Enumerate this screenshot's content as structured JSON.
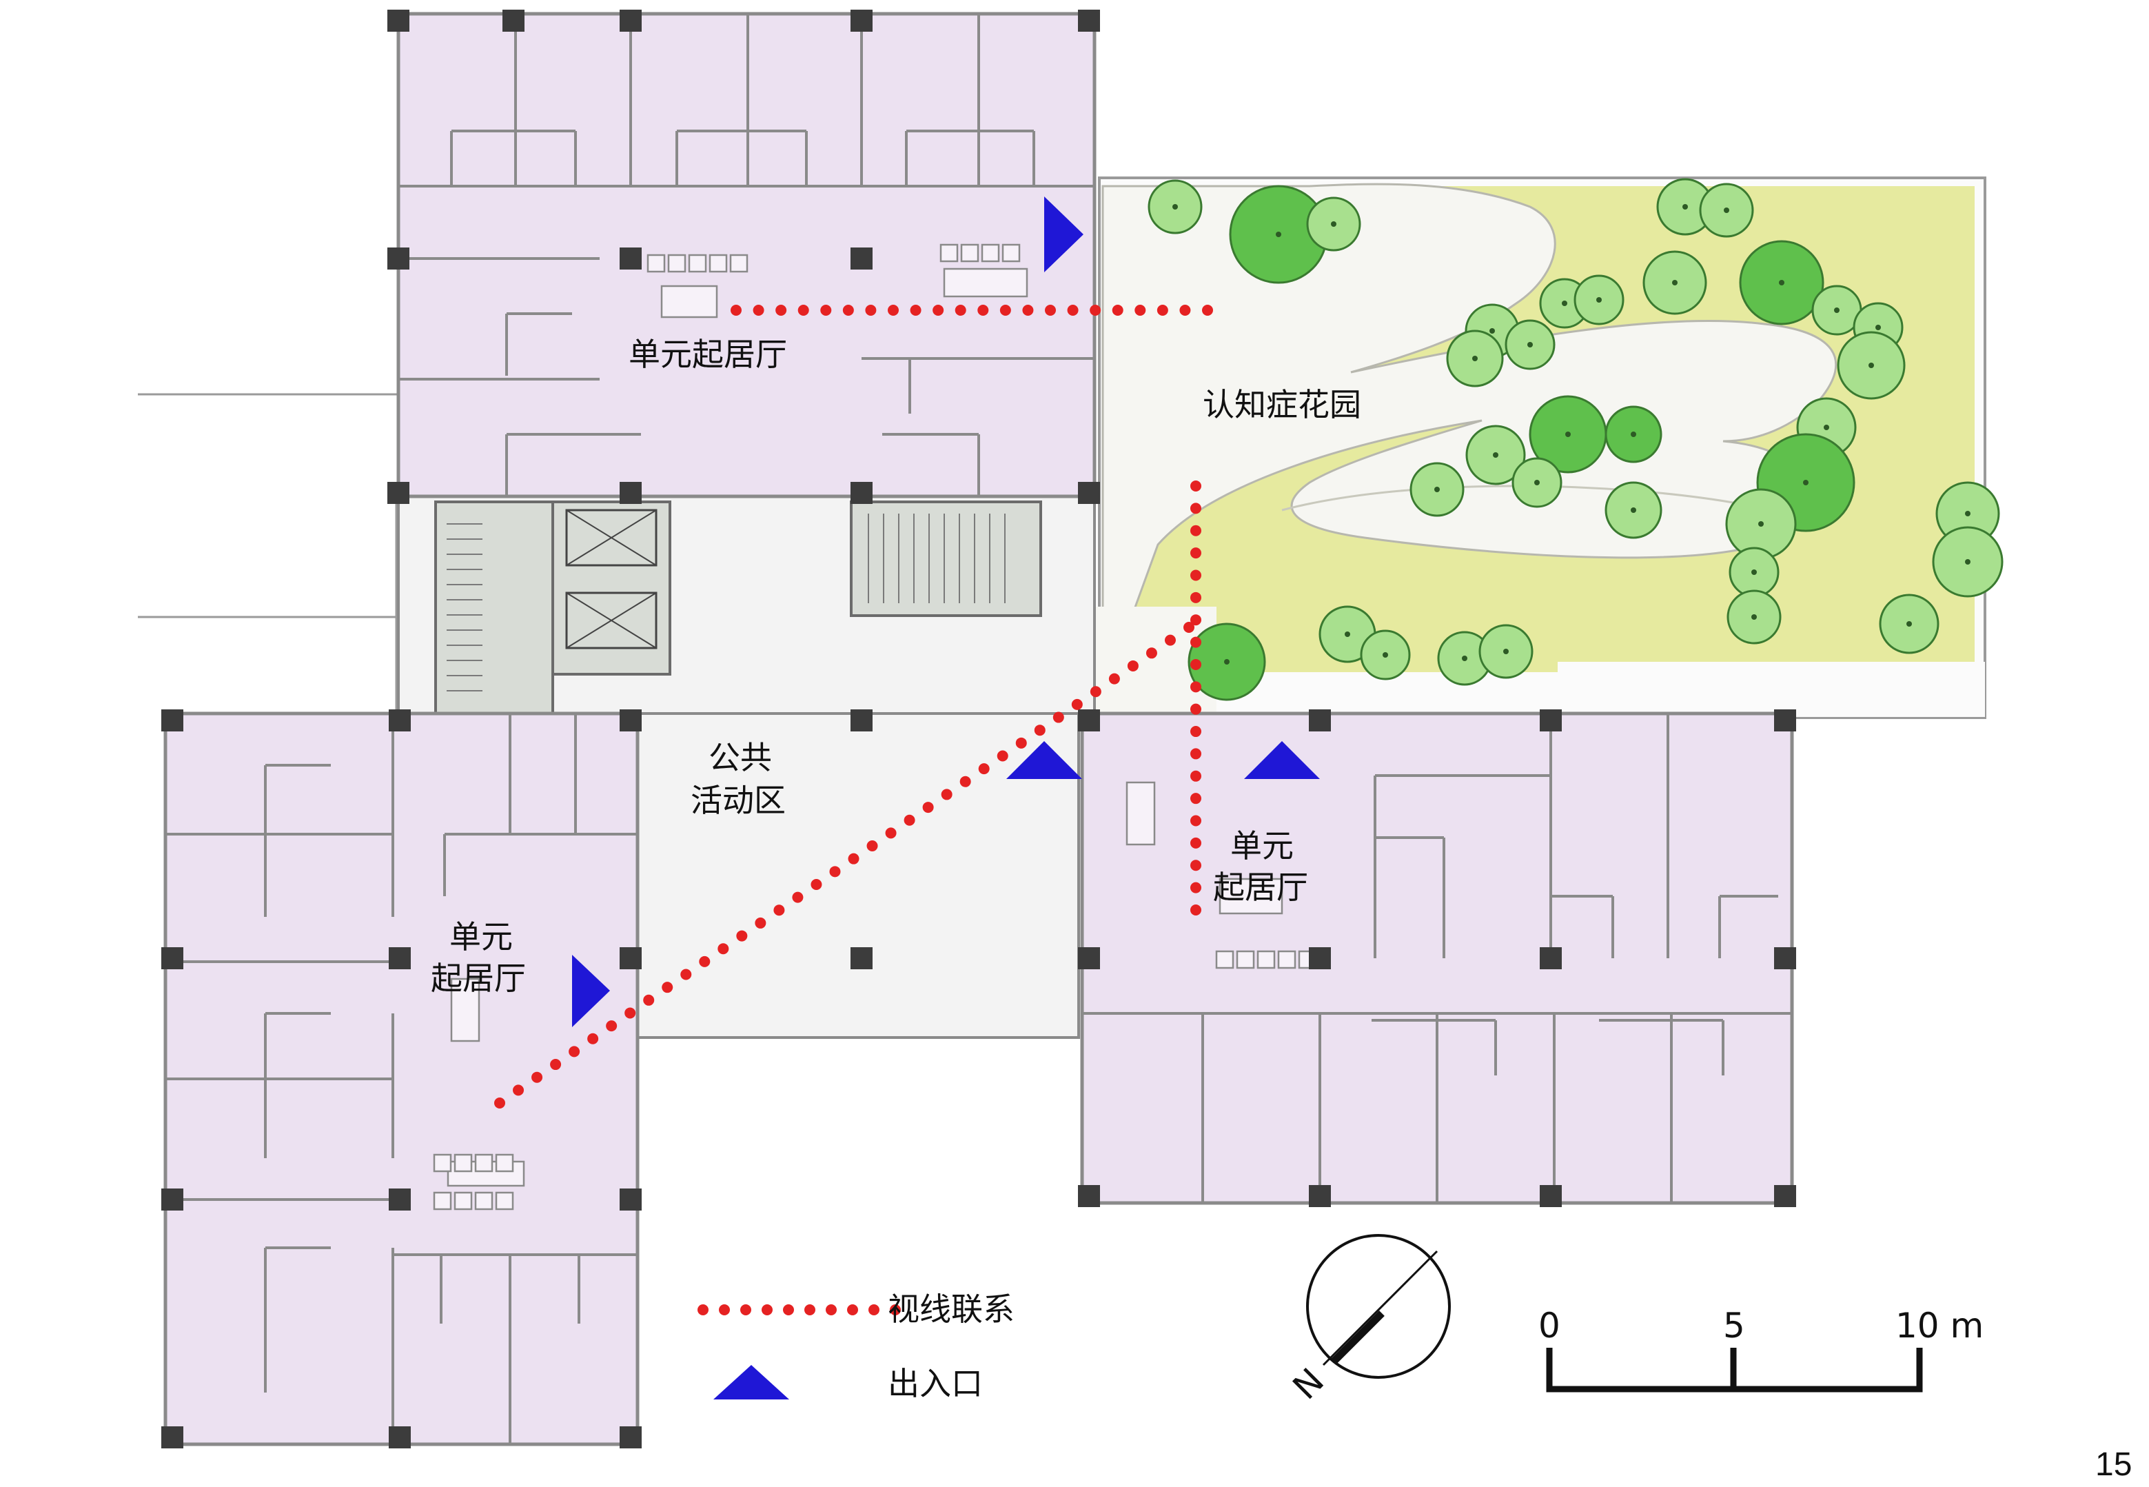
{
  "labels": {
    "unit_living_north": "单元起居厅",
    "unit_living_west_l1": "单元",
    "unit_living_west_l2": "起居厅",
    "unit_living_east_l1": "单元",
    "unit_living_east_l2": "起居厅",
    "public_area_l1": "公共",
    "public_area_l2": "活动区",
    "garden": "认知症花园"
  },
  "legend": {
    "sightline": "视线联系",
    "entrance": "出入口"
  },
  "scale": {
    "tick_0": "0",
    "tick_5": "5",
    "tick_10": "10 m"
  },
  "north_label": "N",
  "figure_number": "15",
  "colors": {
    "wing_fill": "#ece1f1",
    "wall": "#8a8a8a",
    "column": "#3c3c3c",
    "core_fill": "#d8dcd6",
    "corridor_fill": "#f3f3f3",
    "garden_bed": "#e6ea9f",
    "garden_path": "#f6f6f2",
    "tree": "#a8e08e",
    "tree_dark": "#5fc04c",
    "sightline": "#e52222",
    "entrance": "#1f17d6"
  }
}
